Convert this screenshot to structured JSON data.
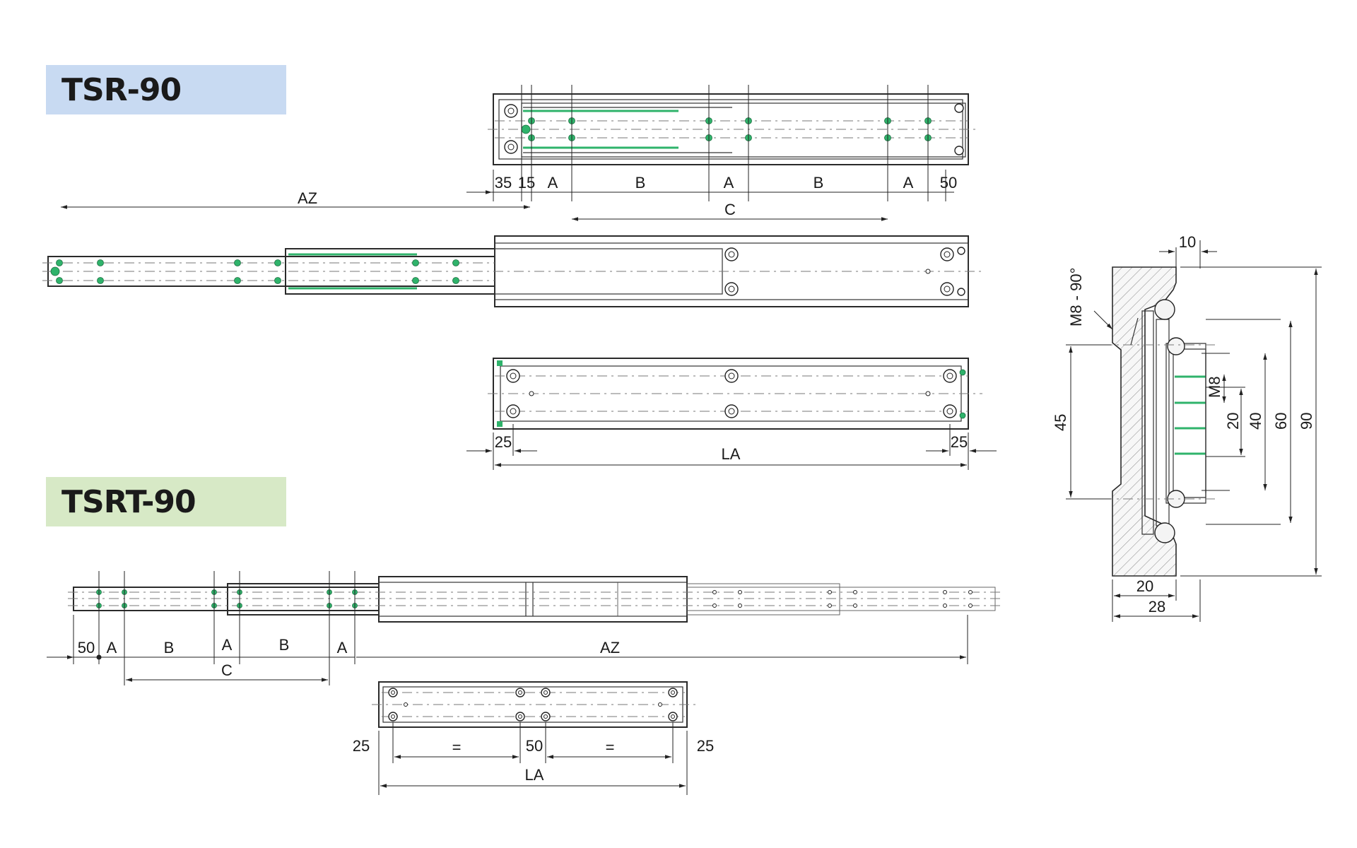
{
  "tsr": {
    "title": "TSR-90",
    "labels": {
      "d35": "35",
      "d15": "15",
      "a1": "A",
      "b1": "B",
      "a2": "A",
      "b2": "B",
      "a3": "A",
      "d50": "50",
      "az": "AZ",
      "c": "C",
      "la": "LA",
      "d25_left": "25",
      "d25_right": "25"
    }
  },
  "tsrt": {
    "title": "TSRT-90",
    "labels": {
      "d50": "50",
      "a1": "A",
      "b1": "B",
      "a2": "A",
      "b2": "B",
      "a3": "A",
      "az": "AZ",
      "c": "C",
      "la": "LA",
      "d25_left": "25",
      "eq_left": "=",
      "d50_mid": "50",
      "eq_right": "=",
      "d25_right": "25"
    }
  },
  "section": {
    "labels": {
      "d10": "10",
      "m8_90": "M8 - 90°",
      "m8": "M8",
      "d45": "45",
      "d20v": "20",
      "d40": "40",
      "d60": "60",
      "d90": "90",
      "d20h": "20",
      "d28": "28"
    }
  },
  "colors": {
    "tsr_badge": "#c8daf2",
    "tsrt_badge": "#d7e9c6",
    "mounting_hole": "#2fb36b"
  }
}
